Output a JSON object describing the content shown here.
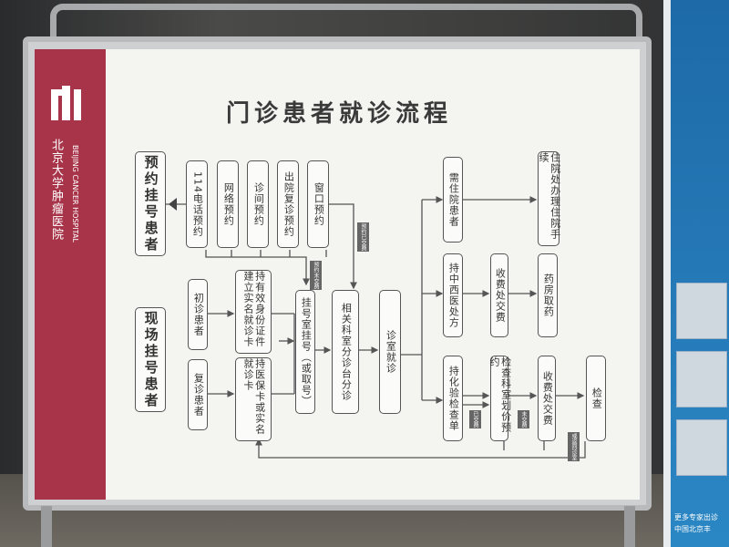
{
  "title": "门诊患者就诊流程",
  "hospital": {
    "name_cn": "北京大学肿瘤医院",
    "name_en": "BEIJING CANCER HOSPITAL"
  },
  "left_groups": [
    "预约挂号患者",
    "现场挂号患者"
  ],
  "appointment": [
    "114电话预约",
    "网络预约",
    "诊间预约",
    "出院复诊预约",
    "窗口预约"
  ],
  "onsite": [
    "初诊患者",
    "复诊患者"
  ],
  "id_steps": [
    "持有效身份证件建立实名就诊卡",
    "持医保卡或实名就诊卡"
  ],
  "flow": [
    "挂号室挂号（或取号）",
    "相关科室分诊台分诊",
    "诊室就诊"
  ],
  "branches": {
    "hospital": [
      "需住院患者",
      "住院处办理住院手续"
    ],
    "medicine": [
      "持中西医处方",
      "收费处交费",
      "药房取药"
    ],
    "tests": [
      "持化验检查单",
      "检查科室划价预约",
      "收费处交费",
      "检查"
    ]
  },
  "tags": [
    "预约已交费",
    "预约未交费",
    "已交费",
    "未交费",
    "或返回诊室"
  ],
  "right_panel": {
    "footer": [
      "更多专家出诊",
      "中国北京丰"
    ]
  }
}
